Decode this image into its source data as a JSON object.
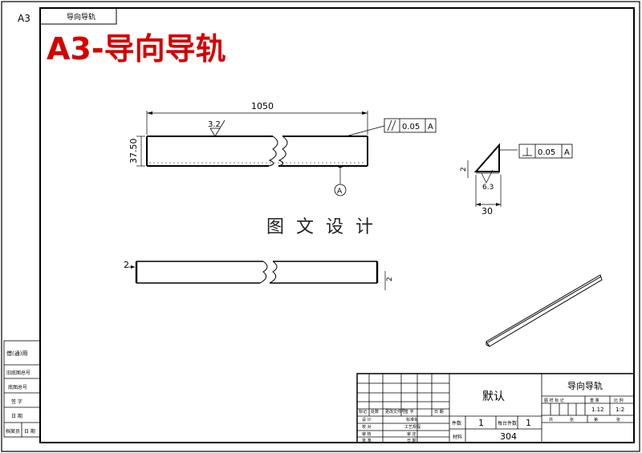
{
  "sheet": {
    "size": "A3",
    "tab_label": "导向导轨",
    "big_title": "A3-导向导轨",
    "watermark": "图 文 设 计",
    "title_color": "#d40000"
  },
  "drawing": {
    "length_dim": "1050",
    "height_dim": "37.50",
    "roughness": "3.2",
    "parallel_tol": "0.05",
    "perp_tol": "0.05",
    "datum": "A",
    "side_dim_2": "2",
    "side_dim_30": "30",
    "side_rough": "6.3",
    "bottom_dim_left": "2",
    "bottom_dim_right": "2"
  },
  "left_column": {
    "items": [
      "借(通)用",
      "旧底图总号",
      "底图总号",
      "签  字",
      "日  期",
      "档案员",
      "日  期"
    ]
  },
  "title_block": {
    "material_name": "默认",
    "part_title": "导向导轨",
    "header_labels": [
      "标记",
      "处数",
      "更改文件号",
      "签 字",
      "日 期"
    ],
    "role_labels": [
      "设 计",
      "校 对",
      "审 核",
      "批 准"
    ],
    "mid_labels": [
      "标准化",
      "工艺规程",
      "审 定",
      "日 期"
    ],
    "stage_headers": [
      "图 样 标 记",
      "重 量",
      "比 例"
    ],
    "weight": "1.12",
    "scale": "1:2",
    "sheet_total_label": "共",
    "sheet_no_label": "张",
    "sheet_of_label": "第",
    "sheet_of_suffix": "张",
    "qty_label": "件数",
    "qty_value": "1",
    "total_label": "每台件数",
    "total_value": "1",
    "material_label": "材料",
    "material_value": "304"
  }
}
